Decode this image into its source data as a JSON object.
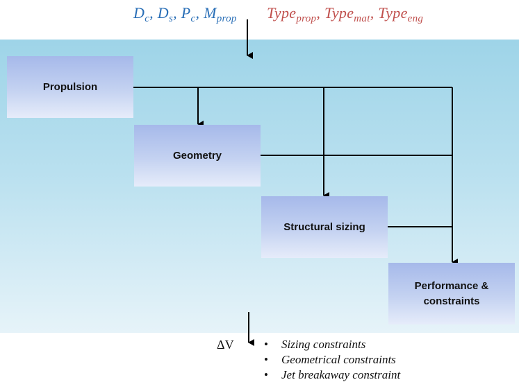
{
  "inputs": {
    "continuous": [
      {
        "base": "D",
        "sub": "c"
      },
      {
        "base": "D",
        "sub": "s"
      },
      {
        "base": "P",
        "sub": "c"
      },
      {
        "base": "M",
        "sub": "prop"
      }
    ],
    "discrete": [
      {
        "base": "Type",
        "sub": "prop"
      },
      {
        "base": "Type",
        "sub": "mat"
      },
      {
        "base": "Type",
        "sub": "eng"
      }
    ],
    "colors": {
      "continuous": "#2a6fb7",
      "discrete": "#c0504d"
    }
  },
  "modules": {
    "propulsion": "Propulsion",
    "geometry": "Geometry",
    "structural": "Structural sizing",
    "performance_line1": "Performance &",
    "performance_line2": "constraints"
  },
  "output": {
    "delta_v": "ΔV",
    "constraints": [
      "Sizing constraints",
      "Geometrical constraints",
      "Jet breakaway constraint"
    ]
  }
}
